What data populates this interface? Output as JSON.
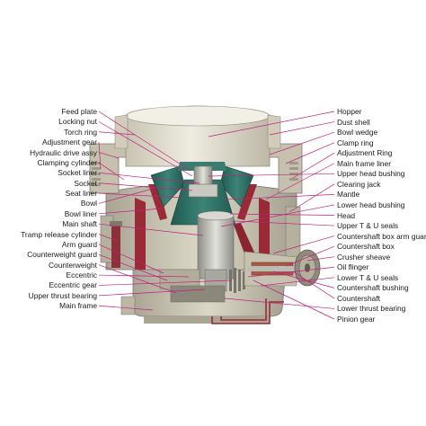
{
  "left_labels": [
    "Feed plate",
    "Locking nut",
    "Torch ring",
    "Adjustment gear",
    "Hydraulic drive assy",
    "Clamping cylinder",
    "Socket liner",
    "Socket",
    "Seat liner",
    "Bowl",
    "Bowl liner",
    "Main shaft",
    "Tramp release cylinder",
    "Arm guard",
    "Counterweight guard",
    "Counterweight",
    "Eccentric",
    "Eccentric gear",
    "Upper thrust bearing",
    "Main frame"
  ],
  "right_labels": [
    "Hopper",
    "Dust shell",
    "Bowl wedge",
    "Clamp ring",
    "Adjustment Ring",
    "Main frame liner",
    "Upper head bushing",
    "Clearing jack",
    "Mantle",
    "Lower head bushing",
    "Head",
    "Upper T & U seals",
    "Countershaft box arm guard",
    "Countershaft box",
    "Crusher sheave",
    "Oil flinger",
    "Lower T & U seals",
    "Countershaft bushing",
    "Countershaft",
    "Lower thrust bearing",
    "Pinion gear"
  ],
  "colors": {
    "leader": "#c0207e",
    "casting": "#cfcab8",
    "casting_dark": "#9e9a8a",
    "liner_red": "#9a2a35",
    "mantle_teal": "#2e6e62",
    "steel": "#b9b9b2"
  }
}
